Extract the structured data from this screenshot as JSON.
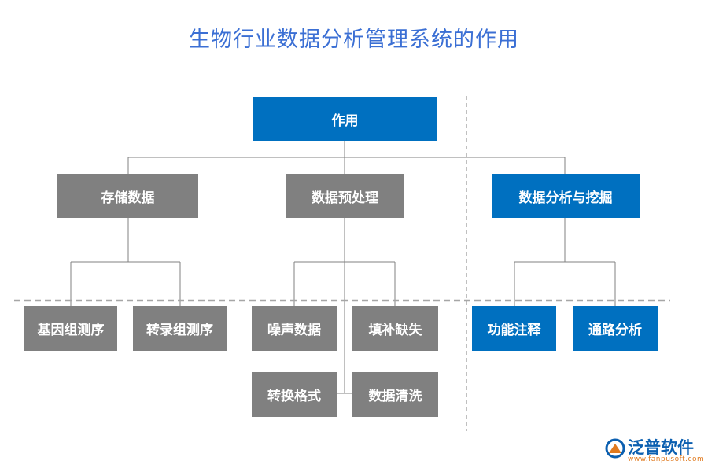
{
  "title": "生物行业数据分析管理系统的作用",
  "root": {
    "label": "作用"
  },
  "categories": [
    {
      "label": "存储数据",
      "children": [
        "基因组测序",
        "转录组测序"
      ]
    },
    {
      "label": "数据预处理",
      "children": [
        "噪声数据",
        "填补缺失",
        "转换格式",
        "数据清洗"
      ]
    },
    {
      "label": "数据分析与挖掘",
      "children": [
        "功能注释",
        "通路分析"
      ]
    }
  ],
  "logo": {
    "name": "泛普软件",
    "url": "www.fanpusoft.com"
  },
  "colors": {
    "gray": "#808080",
    "blue": "#0070c0",
    "title": "#3b6fd4",
    "line": "#808080",
    "dash": "#a6a6a6"
  }
}
